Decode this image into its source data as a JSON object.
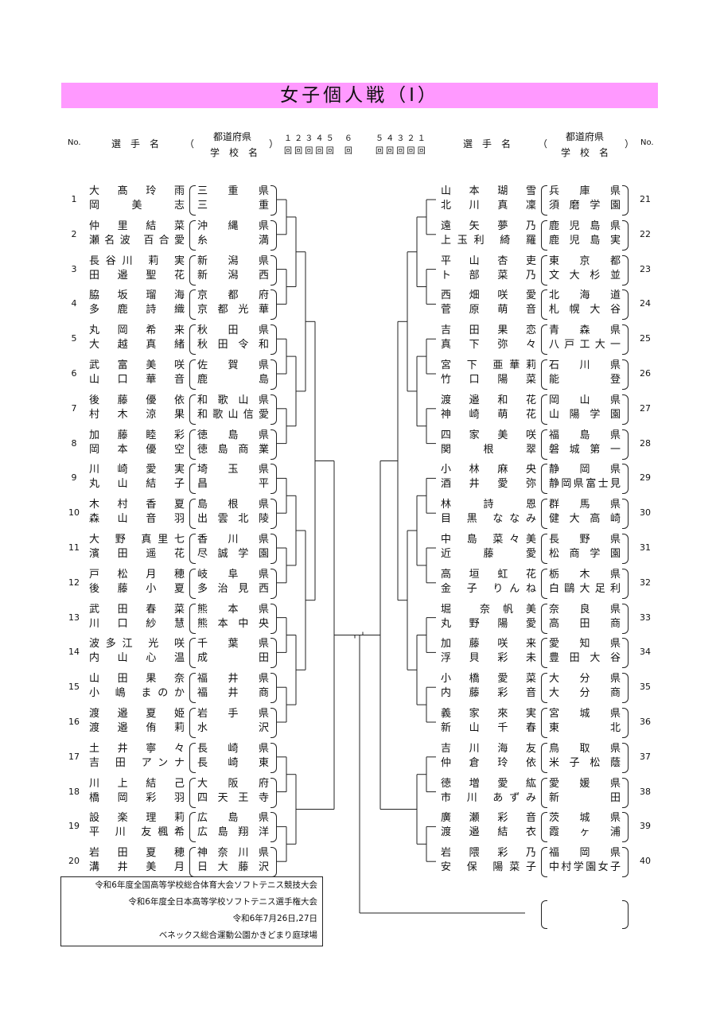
{
  "title": "女子個人戦（Ⅰ）",
  "header": {
    "no": "No.",
    "player_name": "選　手　名",
    "pref": "都道府県",
    "school": "学　校　名",
    "paren_open": "（",
    "paren_close": "）",
    "rounds_left": "１ ２ ３ ４ ５　 ６",
    "rounds_left_sub": "回 回 回 回 回　 回",
    "rounds_right": "５ ４ ３ ２ １",
    "rounds_right_sub": "回 回 回 回 回"
  },
  "left_entries": [
    {
      "no": "1",
      "p1": "大 髙 玲 雨",
      "p2": "岡 美 志",
      "s1": "三 重 県",
      "s2": "三 重"
    },
    {
      "no": "2",
      "p1": "仲 里 結 菜",
      "p2": "瀬名波 百合愛",
      "s1": "沖 縄 県",
      "s2": "糸 満"
    },
    {
      "no": "3",
      "p1": "長谷川 莉 実",
      "p2": "田 邉 聖 花",
      "s1": "新 潟 県",
      "s2": "新 潟 西"
    },
    {
      "no": "4",
      "p1": "脇 坂 瑠 海",
      "p2": "多 鹿 詩 織",
      "s1": "京 都 府",
      "s2": "京 都 光 華"
    },
    {
      "no": "5",
      "p1": "丸 岡 希 来",
      "p2": "大 越 真 緒",
      "s1": "秋 田 県",
      "s2": "秋 田 令 和"
    },
    {
      "no": "6",
      "p1": "武 富 美 咲",
      "p2": "山 口 華 音",
      "s1": "佐 賀 県",
      "s2": "鹿 島"
    },
    {
      "no": "7",
      "p1": "後 藤 優 依",
      "p2": "村 木 涼 果",
      "s1": "和 歌 山 県",
      "s2": "和 歌 山 信 愛"
    },
    {
      "no": "8",
      "p1": "加 藤 睦 彩",
      "p2": "岡 本 優 空",
      "s1": "徳 島 県",
      "s2": "徳 島 商 業"
    },
    {
      "no": "9",
      "p1": "川 崎 愛 実",
      "p2": "丸 山 結 子",
      "s1": "埼 玉 県",
      "s2": "昌 平"
    },
    {
      "no": "10",
      "p1": "木 村 香 夏",
      "p2": "森 山 音 羽",
      "s1": "島 根 県",
      "s2": "出 雲 北 陵"
    },
    {
      "no": "11",
      "p1": "大 野 真里七",
      "p2": "濱 田 遥 花",
      "s1": "香 川 県",
      "s2": "尽 誠 学 園"
    },
    {
      "no": "12",
      "p1": "戸 松 月 穂",
      "p2": "後 藤 小 夏",
      "s1": "岐 阜 県",
      "s2": "多 治 見 西"
    },
    {
      "no": "13",
      "p1": "武 田 春 菜",
      "p2": "川 口 紗 慧",
      "s1": "熊 本 県",
      "s2": "熊 本 中 央"
    },
    {
      "no": "14",
      "p1": "波多江 光 咲",
      "p2": "内 山 心 温",
      "s1": "千 葉 県",
      "s2": "成 田"
    },
    {
      "no": "15",
      "p1": "山 田 果 奈",
      "p2": "小 嶋 まのか",
      "s1": "福 井 県",
      "s2": "福 井 商"
    },
    {
      "no": "16",
      "p1": "渡 邉 夏 姫",
      "p2": "渡 邉 侑 莉",
      "s1": "岩 手 県",
      "s2": "水 沢"
    },
    {
      "no": "17",
      "p1": "土 井 寧 々",
      "p2": "吉 田 アンナ",
      "s1": "長 崎 県",
      "s2": "長 崎 東"
    },
    {
      "no": "18",
      "p1": "川 上 結 己",
      "p2": "橋 岡 彩 羽",
      "s1": "大 阪 府",
      "s2": "四 天 王 寺"
    },
    {
      "no": "19",
      "p1": "設 楽 理 莉",
      "p2": "平 川 友楓希",
      "s1": "広 島 県",
      "s2": "広 島 翔 洋"
    },
    {
      "no": "20",
      "p1": "岩 田 夏 穂",
      "p2": "溝 井 美 月",
      "s1": "神 奈 川 県",
      "s2": "日 大 藤 沢"
    }
  ],
  "right_entries": [
    {
      "no": "21",
      "p1": "山 本 瑚 雪",
      "p2": "北 川 真 凜",
      "s1": "兵 庫 県",
      "s2": "須 磨 学 園"
    },
    {
      "no": "22",
      "p1": "遠 矢 夢 乃",
      "p2": "上玉利 綺 羅",
      "s1": "鹿 児 島 県",
      "s2": "鹿 児 島 実"
    },
    {
      "no": "23",
      "p1": "平 山 杏 吏",
      "p2": "ト 部 菜 乃",
      "s1": "東 京 都",
      "s2": "文 大 杉 並"
    },
    {
      "no": "24",
      "p1": "西 畑 咲 愛",
      "p2": "菅 原 萌 音",
      "s1": "北 海 道",
      "s2": "札 幌 大 谷"
    },
    {
      "no": "25",
      "p1": "吉 田 果 恋",
      "p2": "真 下 弥 々",
      "s1": "青 森 県",
      "s2": "八 戸 工 大 一"
    },
    {
      "no": "26",
      "p1": "宮 下 亜華莉",
      "p2": "竹 口 陽 菜",
      "s1": "石 川 県",
      "s2": "能 登"
    },
    {
      "no": "27",
      "p1": "渡 邉 和 花",
      "p2": "神 崎 萌 花",
      "s1": "岡 山 県",
      "s2": "山 陽 学 園"
    },
    {
      "no": "28",
      "p1": "四 家 美 咲",
      "p2": "関 根 翠",
      "s1": "福 島 県",
      "s2": "磐 城 第 一"
    },
    {
      "no": "29",
      "p1": "小 林 麻 央",
      "p2": "酒 井 愛 弥",
      "s1": "静 岡 県",
      "s2": "静岡県富士見"
    },
    {
      "no": "30",
      "p1": "林 詩 恩",
      "p2": "目 黒 ななみ",
      "s1": "群 馬 県",
      "s2": "健 大 高 崎"
    },
    {
      "no": "31",
      "p1": "中 島 菜々美",
      "p2": "近 藤 愛",
      "s1": "長 野 県",
      "s2": "松 商 学 園"
    },
    {
      "no": "32",
      "p1": "高 垣 虹 花",
      "p2": "金 子 りんね",
      "s1": "栃 木 県",
      "s2": "白鷗大足利"
    },
    {
      "no": "33",
      "p1": "堀 奈帆美",
      "p2": "丸 野 陽 愛",
      "s1": "奈 良 県",
      "s2": "高 田 商"
    },
    {
      "no": "34",
      "p1": "加 藤 咲 来",
      "p2": "浮 貝 彩 未",
      "s1": "愛 知 県",
      "s2": "豊 田 大 谷"
    },
    {
      "no": "35",
      "p1": "小 橋 愛 菜",
      "p2": "内 藤 彩 音",
      "s1": "大 分 県",
      "s2": "大 分 商"
    },
    {
      "no": "36",
      "p1": "義 家 來 実",
      "p2": "新 山 千 春",
      "s1": "宮 城 県",
      "s2": "東 北"
    },
    {
      "no": "37",
      "p1": "吉 川 海 友",
      "p2": "仲 倉 玲 依",
      "s1": "鳥 取 県",
      "s2": "米 子 松 蔭"
    },
    {
      "no": "38",
      "p1": "徳 増 愛 紘",
      "p2": "市 川 あずみ",
      "s1": "愛 媛 県",
      "s2": "新 田"
    },
    {
      "no": "39",
      "p1": "廣 瀬 彩 音",
      "p2": "渡 邉 結 衣",
      "s1": "茨 城 県",
      "s2": "霞 ヶ 浦"
    },
    {
      "no": "40",
      "p1": "岩 隈 彩 乃",
      "p2": "安 保 陽菜子",
      "s1": "福 岡 県",
      "s2": "中村学園女子"
    }
  ],
  "footer": {
    "line1": "令和6年度全国高等学校総合体育大会ソフトテニス競技大会",
    "line2": "令和6年度全日本高等学校ソフトテニス選手権大会",
    "line3": "令和6年7月26日,27日",
    "line4": "ベネックス総合運動公園かきどまり庭球場"
  }
}
